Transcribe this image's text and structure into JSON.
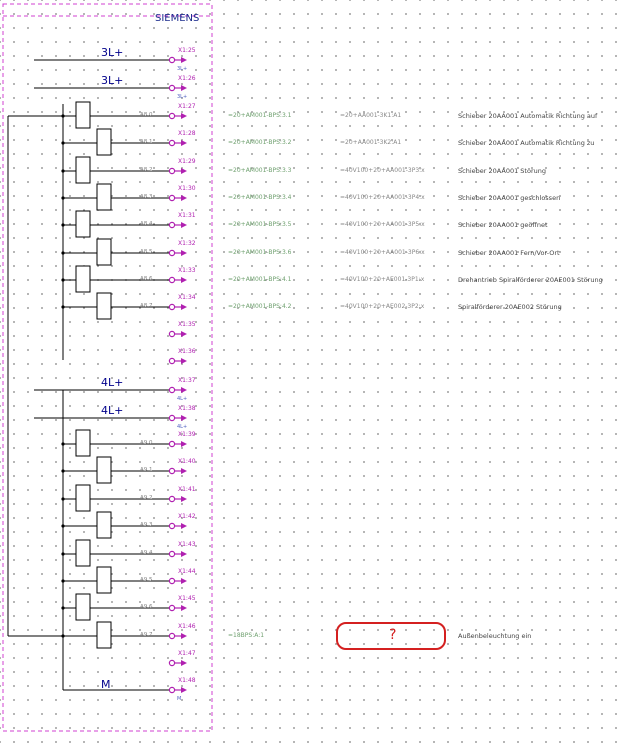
{
  "header": {
    "brand": "SIEMENS"
  },
  "rails": {
    "top_1": "3L+",
    "top_2": "3L+",
    "mid_1": "4L+",
    "mid_2": "4L+",
    "bottom": "M"
  },
  "group1_outputs": [
    {
      "terminal": "X1:27",
      "addr": "A8.0",
      "ref": "=20+AM001-BPS:3.1",
      "target": "=20+AA001-3K1:A1",
      "desc": "Schieber 20AA001 Automatik Richtung auf"
    },
    {
      "terminal": "X1:28",
      "addr": "A8.1",
      "ref": "=20+AM001-BPS:3.2",
      "target": "=20+AA001-3K2:A1",
      "desc": "Schieber 20AA001 Automatik Richtung zu"
    },
    {
      "terminal": "X1:29",
      "addr": "A8.2",
      "ref": "=20+AM001-BPS:3.3",
      "target": "=40V100+20+AA001-3P3:x",
      "desc": "Schieber 20AA001 Störung"
    },
    {
      "terminal": "X1:30",
      "addr": "A8.3",
      "ref": "=20+AM001-BPS:3.4",
      "target": "=40V100+20+AA001-3P4:x",
      "desc": "Schieber 20AA001 geschlossen"
    },
    {
      "terminal": "X1:31",
      "addr": "A8.4",
      "ref": "=20+AM001-BPS:3.5",
      "target": "=40V100+20+AA001-3P5:x",
      "desc": "Schieber 20AA001 geöffnet"
    },
    {
      "terminal": "X1:32",
      "addr": "A8.5",
      "ref": "=20+AM001-BPS:3.6",
      "target": "=40V100+20+AA001-3P6:x",
      "desc": "Schieber 20AA001 Fern/Vor-Ort"
    },
    {
      "terminal": "X1:33",
      "addr": "A8.6",
      "ref": "=20+AM001-BPS:4.1",
      "target": "=40V100+20+AE001-3P1:x",
      "desc": "Drehantrieb Spiralförderer 20AE001 Störung"
    },
    {
      "terminal": "X1:34",
      "addr": "A8.7",
      "ref": "=20+AM001-BPS:4.2",
      "target": "=40V100+20+AE002-3P2:x",
      "desc": "Spiralförderer 20AE002 Störung"
    }
  ],
  "group1_spare_terminals": [
    "X1:35",
    "X1:36"
  ],
  "group1_feed_terminals": [
    "X1:25",
    "X1:26"
  ],
  "group2_feed_terminals": [
    "X1:37",
    "X1:38"
  ],
  "group2_outputs": [
    {
      "terminal": "X1:39",
      "addr": "A9.0"
    },
    {
      "terminal": "X1:40",
      "addr": "A9.1"
    },
    {
      "terminal": "X1:41",
      "addr": "A9.2"
    },
    {
      "terminal": "X1:42",
      "addr": "A9.3"
    },
    {
      "terminal": "X1:43",
      "addr": "A9.4"
    },
    {
      "terminal": "X1:44",
      "addr": "A9.5"
    },
    {
      "terminal": "X1:45",
      "addr": "A9.6"
    },
    {
      "terminal": "X1:46",
      "addr": "A9.7",
      "ref": "=18BPS:A:1",
      "desc": "Außenbeleuchtung ein"
    }
  ],
  "bottom_terminals": [
    "X1:47",
    "X1:48"
  ],
  "channel_tags": [
    "3L+",
    "3L+",
    "4L+",
    "4L+",
    "M"
  ],
  "callout": {
    "text": "?",
    "color": "#d42020"
  },
  "colors": {
    "wire": "#000000",
    "terminal": "#b020b0",
    "frame": "#d040d0",
    "brand": "#1a2a8c"
  }
}
